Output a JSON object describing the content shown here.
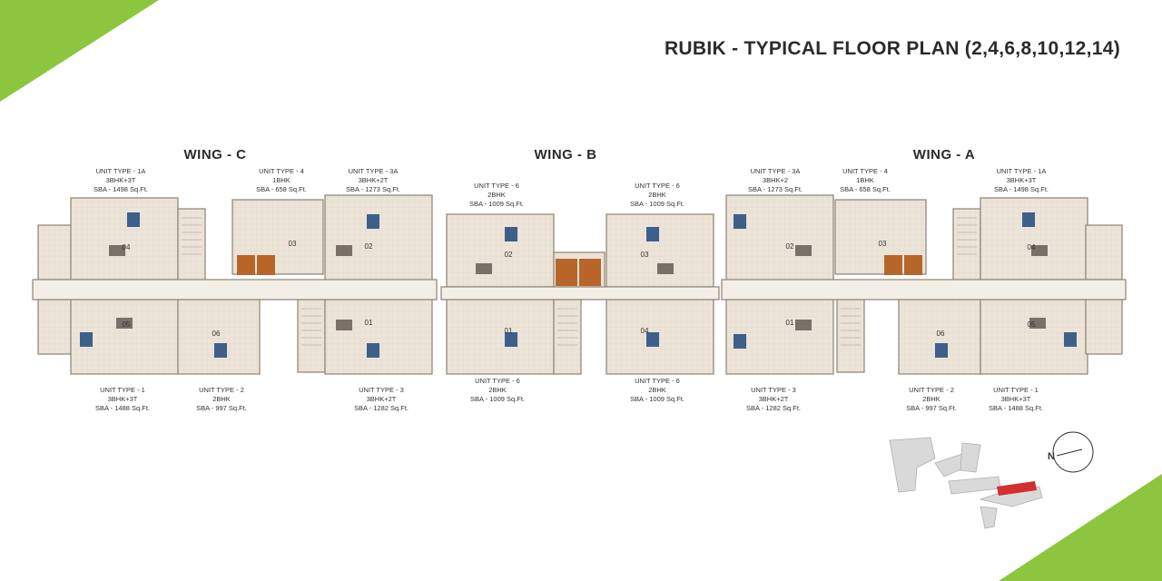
{
  "title": "RUBIK - TYPICAL FLOOR PLAN (2,4,6,8,10,12,14)",
  "wings": [
    "WING - C",
    "WING - B",
    "WING - A"
  ],
  "units_top": [
    {
      "type": "UNIT TYPE - 1A",
      "config": "3BHK+3T",
      "sba": "SBA - 1498 Sq.Ft."
    },
    {
      "type": "UNIT TYPE - 4",
      "config": "1BHK",
      "sba": "SBA - 658 Sq.Ft."
    },
    {
      "type": "UNIT TYPE - 3A",
      "config": "3BHK+2T",
      "sba": "SBA - 1273 Sq.Ft."
    },
    {
      "type": "UNIT TYPE - 6",
      "config": "2BHK",
      "sba": "SBA - 1009 Sq.Ft."
    },
    {
      "type": "UNIT TYPE - 6",
      "config": "2BHK",
      "sba": "SBA - 1009 Sq.Ft."
    },
    {
      "type": "UNIT TYPE - 3A",
      "config": "3BHK+2",
      "sba": "SBA - 1273 Sq.Ft."
    },
    {
      "type": "UNIT TYPE - 4",
      "config": "1BHK",
      "sba": "SBA - 658 Sq.Ft."
    },
    {
      "type": "UNIT TYPE - 1A",
      "config": "3BHK+3T",
      "sba": "SBA - 1498 Sq.Ft."
    }
  ],
  "units_bottom": [
    {
      "type": "UNIT TYPE - 1",
      "config": "3BHK+3T",
      "sba": "SBA - 1488 Sq.Ft."
    },
    {
      "type": "UNIT TYPE - 2",
      "config": "2BHK",
      "sba": "SBA - 997 Sq.Ft."
    },
    {
      "type": "UNIT TYPE - 3",
      "config": "3BHK+2T",
      "sba": "SBA - 1282 Sq.Ft."
    },
    {
      "type": "UNIT TYPE - 6",
      "config": "2BHK",
      "sba": "SBA - 1009 Sq.Ft."
    },
    {
      "type": "UNIT TYPE - 6",
      "config": "2BHK",
      "sba": "SBA - 1009 Sq.Ft."
    },
    {
      "type": "UNIT TYPE - 3",
      "config": "3BHK+2T",
      "sba": "SBA - 1282 Sq.Ft."
    },
    {
      "type": "UNIT TYPE - 2",
      "config": "2BHK",
      "sba": "SBA - 997 Sq.Ft."
    },
    {
      "type": "UNIT TYPE - 1",
      "config": "3BHK+3T",
      "sba": "SBA - 1488 Sq.Ft."
    }
  ],
  "unit_numbers": [
    "04",
    "03",
    "02",
    "05",
    "06",
    "01",
    "02",
    "01",
    "03",
    "04",
    "02",
    "03",
    "01",
    "06",
    "04",
    "05"
  ],
  "north_label": "N",
  "colors": {
    "accent": "#8cc63e",
    "plan_fill": "#ece4d8",
    "wall": "#8d8273",
    "lift": "#b8652a",
    "highlight": "#d32f2f"
  }
}
